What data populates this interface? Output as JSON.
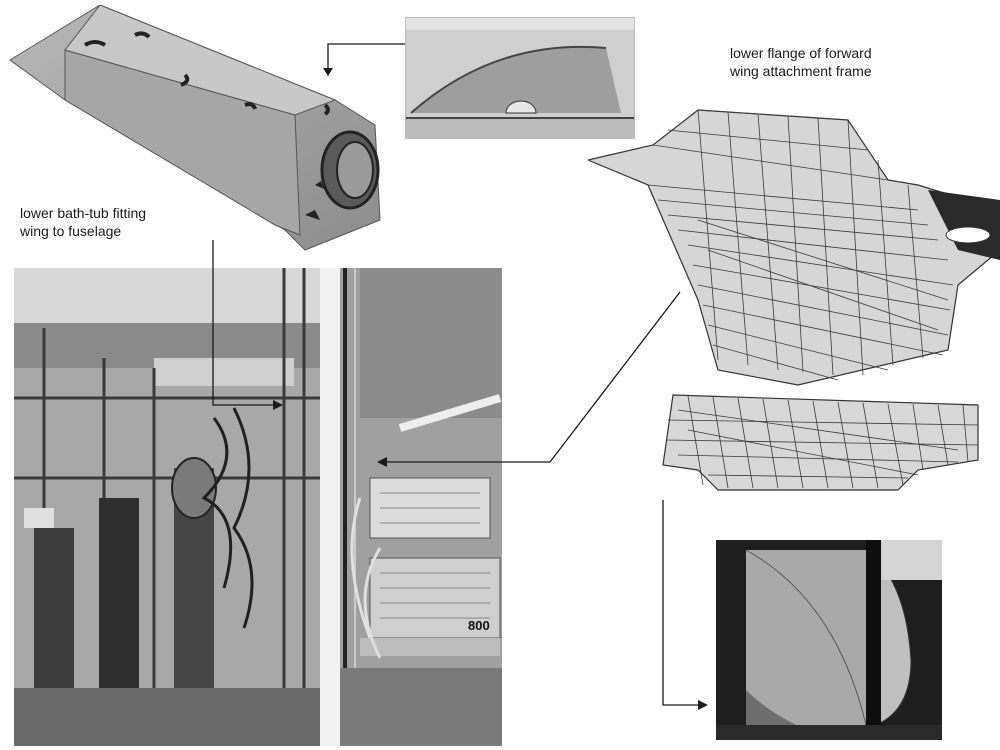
{
  "labels": {
    "bathtub_line1": "lower bath-tub fitting",
    "bathtub_line2": "wing to fuselage",
    "flange_line1": "lower flange of forward",
    "flange_line2": "wing attachment frame",
    "panel_number": "800"
  },
  "colors": {
    "background": "#ffffff",
    "leader_line": "#1a1a1a",
    "fem_mesh": "#3a3a3a",
    "fem_fill": "#d4d4d4"
  }
}
